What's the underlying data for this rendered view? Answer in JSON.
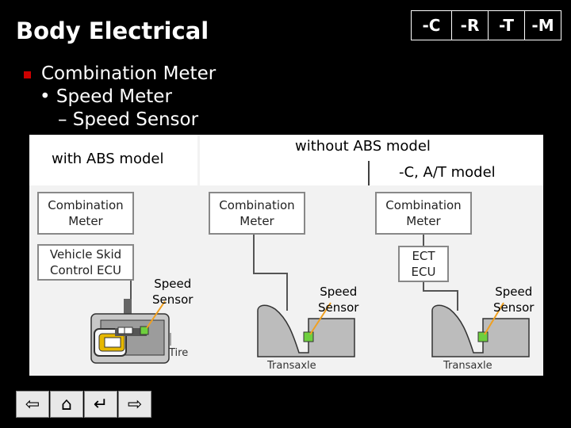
{
  "header": {
    "title": "Body Electrical",
    "tabs": [
      "-C",
      "-R",
      "-T",
      "-M"
    ]
  },
  "outline": {
    "level1": "Combination Meter",
    "level2": "• Speed Meter",
    "level3": "– Speed Sensor"
  },
  "diagram": {
    "with_abs_label": "with ABS model",
    "without_abs_label": "without ABS model",
    "at_model_label": "-C, A/T model",
    "boxes": {
      "meter_1": "Combination\nMeter",
      "skid_ecu": "Vehicle Skid\nControl ECU",
      "meter_2": "Combination\nMeter",
      "meter_3": "Combination\nMeter",
      "ect_ecu": "ECT\nECU"
    },
    "labels": {
      "speed_sensor_1": "Speed\nSensor",
      "tire": "Tire",
      "speed_sensor_2": "Speed\nSensor",
      "transaxle_1": "Transaxle",
      "speed_sensor_3": "Speed\nSensor",
      "transaxle_2": "Transaxle"
    },
    "colors": {
      "sensor_green": "#6ecf3e",
      "pointer_orange": "#f0a020"
    }
  },
  "nav": {
    "icons": [
      "arrow-left-icon",
      "home-icon",
      "return-icon",
      "arrow-right-icon"
    ],
    "glyphs": [
      "⇦",
      "⌂",
      "↵",
      "⇨"
    ]
  }
}
